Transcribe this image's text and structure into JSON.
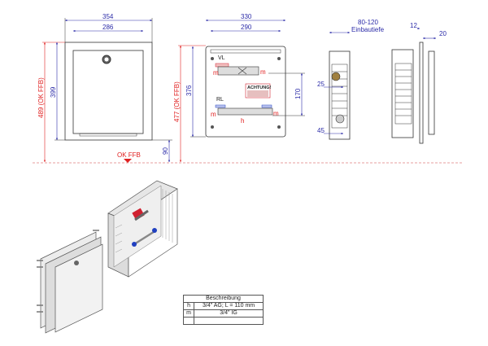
{
  "front_view": {
    "width_outer": "354",
    "width_inner": "286",
    "height_inner": "399",
    "height_ffb": "489 (OK FFB)",
    "floor_offset": "90",
    "floor_label": "OK FFB"
  },
  "panel_view": {
    "width_outer": "330",
    "width_inner": "290",
    "height_inner": "376",
    "height_ffb": "477 (OK FFB)",
    "pipe_spacing": "170",
    "flow_label": "VL",
    "return_label": "RL",
    "m_label": "m",
    "h_label": "h",
    "warning_label": "ACHTUNG!"
  },
  "side_view": {
    "depth": "80-120",
    "depth_label": "Einbautiefe",
    "offset_top": "25",
    "offset_bottom": "45"
  },
  "section_view": {
    "frame": "12",
    "door": "20"
  },
  "table": {
    "header": "Beschreibung",
    "rows": [
      {
        "key": "h",
        "value": "3/4\" AG; L = 110 mm"
      },
      {
        "key": "m",
        "value": "3/4\" IG"
      },
      {
        "key": "",
        "value": ""
      }
    ]
  },
  "colors": {
    "dimension": "#2b2ba8",
    "floor": "#e02020",
    "valve_red": "#d02030",
    "valve_blue": "#2040c0"
  }
}
